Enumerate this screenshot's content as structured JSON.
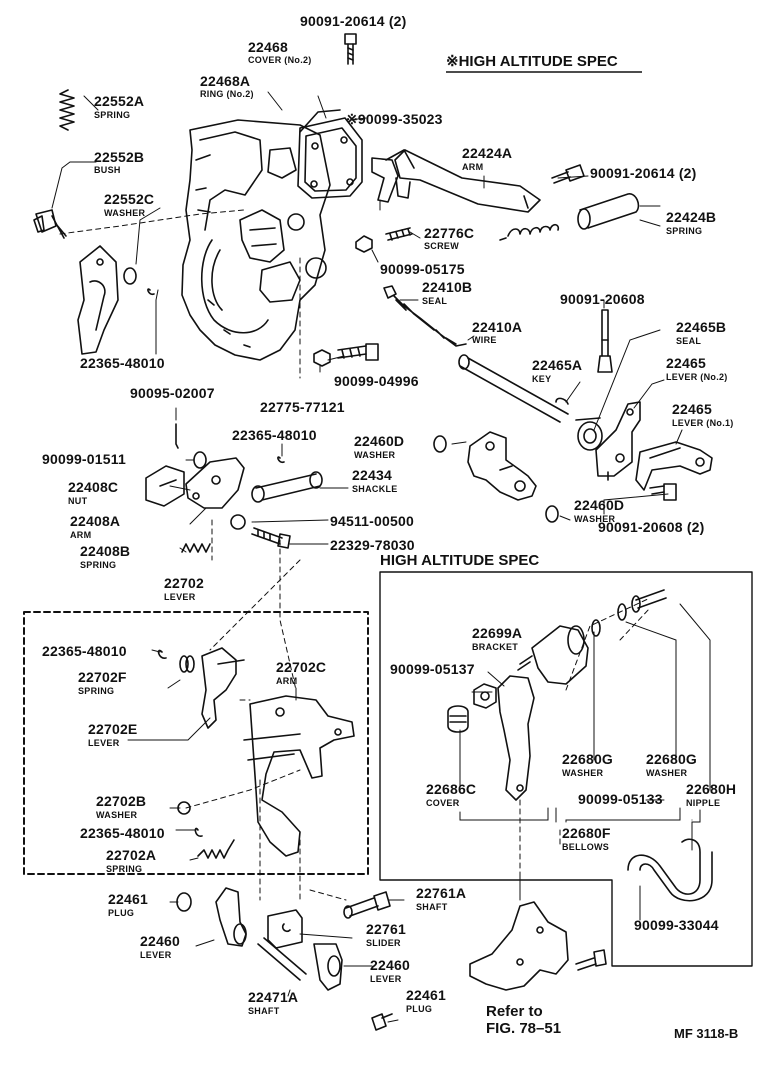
{
  "titles": {
    "mark": "※",
    "high_altitude_top": "HIGH ALTITUDE SPEC",
    "high_altitude_box": "HIGH ALTITUDE SPEC"
  },
  "refer": {
    "line1": "Refer to",
    "line2": "FIG. 78–51"
  },
  "reference_id": "MF 3118-B",
  "parts": [
    {
      "id": "p1",
      "num": "90091-20614 (2)",
      "desc": ""
    },
    {
      "id": "p2",
      "num": "22468",
      "desc": "COVER (No.2)"
    },
    {
      "id": "p3",
      "num": "22468A",
      "desc": "RING (No.2)"
    },
    {
      "id": "p4",
      "num": "※90099-35023",
      "desc": ""
    },
    {
      "id": "p5",
      "num": "22552A",
      "desc": "SPRING"
    },
    {
      "id": "p6",
      "num": "22552B",
      "desc": "BUSH"
    },
    {
      "id": "p7",
      "num": "22552C",
      "desc": "WASHER"
    },
    {
      "id": "p8",
      "num": "22424A",
      "desc": "ARM"
    },
    {
      "id": "p9",
      "num": "90091-20614 (2)",
      "desc": ""
    },
    {
      "id": "p10",
      "num": "22424B",
      "desc": "SPRING"
    },
    {
      "id": "p11",
      "num": "22776C",
      "desc": "SCREW"
    },
    {
      "id": "p12",
      "num": "90099-05175",
      "desc": ""
    },
    {
      "id": "p13",
      "num": "22410B",
      "desc": "SEAL"
    },
    {
      "id": "p14",
      "num": "22410A",
      "desc": "WIRE"
    },
    {
      "id": "p15",
      "num": "90091-20608",
      "desc": ""
    },
    {
      "id": "p16",
      "num": "22465B",
      "desc": "SEAL"
    },
    {
      "id": "p17",
      "num": "22365-48010",
      "desc": ""
    },
    {
      "id": "p18",
      "num": "90099-04996",
      "desc": ""
    },
    {
      "id": "p19",
      "num": "22465A",
      "desc": "KEY"
    },
    {
      "id": "p20",
      "num": "22465",
      "desc": "LEVER (No.2)"
    },
    {
      "id": "p21",
      "num": "90095-02007",
      "desc": ""
    },
    {
      "id": "p22",
      "num": "22775-77121",
      "desc": ""
    },
    {
      "id": "p23",
      "num": "22465",
      "desc": "LEVER (No.1)"
    },
    {
      "id": "p24",
      "num": "22365-48010",
      "desc": ""
    },
    {
      "id": "p25",
      "num": "22460D",
      "desc": "WASHER"
    },
    {
      "id": "p26",
      "num": "90099-01511",
      "desc": ""
    },
    {
      "id": "p27",
      "num": "22434",
      "desc": "SHACKLE"
    },
    {
      "id": "p28",
      "num": "22408C",
      "desc": "NUT"
    },
    {
      "id": "p29",
      "num": "22460D",
      "desc": "WASHER"
    },
    {
      "id": "p30",
      "num": "22408A",
      "desc": "ARM"
    },
    {
      "id": "p31",
      "num": "94511-00500",
      "desc": ""
    },
    {
      "id": "p32",
      "num": "90091-20608 (2)",
      "desc": ""
    },
    {
      "id": "p33",
      "num": "22408B",
      "desc": "SPRING"
    },
    {
      "id": "p34",
      "num": "22329-78030",
      "desc": ""
    },
    {
      "id": "p35",
      "num": "22702",
      "desc": "LEVER"
    },
    {
      "id": "p36",
      "num": "22365-48010",
      "desc": ""
    },
    {
      "id": "p37",
      "num": "22702C",
      "desc": "ARM"
    },
    {
      "id": "p38",
      "num": "22702F",
      "desc": "SPRING"
    },
    {
      "id": "p39",
      "num": "22702E",
      "desc": "LEVER"
    },
    {
      "id": "p40",
      "num": "22699A",
      "desc": "BRACKET"
    },
    {
      "id": "p41",
      "num": "90099-05137",
      "desc": ""
    },
    {
      "id": "p42",
      "num": "22680G",
      "desc": "WASHER"
    },
    {
      "id": "p43",
      "num": "22680G",
      "desc": "WASHER"
    },
    {
      "id": "p44",
      "num": "22686C",
      "desc": "COVER"
    },
    {
      "id": "p45",
      "num": "90099-05133",
      "desc": ""
    },
    {
      "id": "p46",
      "num": "22680H",
      "desc": "NIPPLE"
    },
    {
      "id": "p47",
      "num": "22702B",
      "desc": "WASHER"
    },
    {
      "id": "p48",
      "num": "22365-48010",
      "desc": ""
    },
    {
      "id": "p49",
      "num": "22680F",
      "desc": "BELLOWS"
    },
    {
      "id": "p50",
      "num": "22702A",
      "desc": "SPRING"
    },
    {
      "id": "p51",
      "num": "22461",
      "desc": "PLUG"
    },
    {
      "id": "p52",
      "num": "22761A",
      "desc": "SHAFT"
    },
    {
      "id": "p53",
      "num": "90099-33044",
      "desc": ""
    },
    {
      "id": "p54",
      "num": "22460",
      "desc": "LEVER"
    },
    {
      "id": "p55",
      "num": "22761",
      "desc": "SLIDER"
    },
    {
      "id": "p56",
      "num": "22460",
      "desc": "LEVER"
    },
    {
      "id": "p57",
      "num": "22471A",
      "desc": "SHAFT"
    },
    {
      "id": "p58",
      "num": "22461",
      "desc": "PLUG"
    }
  ]
}
